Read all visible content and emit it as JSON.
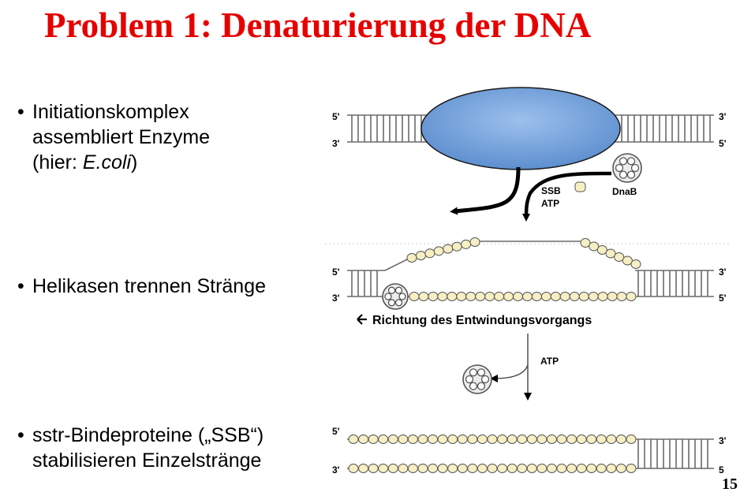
{
  "title": "Problem 1: Denaturierung der DNA",
  "page_number": "15",
  "bullets": [
    {
      "lines": [
        "Initiationskomplex",
        "assembliert Enzyme"
      ],
      "paren_open": "(hier: ",
      "italic": "E.coli",
      "paren_close": ")"
    },
    {
      "lines": [
        "Helikasen trennen Stränge"
      ]
    },
    {
      "lines": [
        "sstr-Bindeproteine („SSB“)",
        "stabilisieren Einzelstränge"
      ]
    }
  ],
  "diagram": {
    "panel1": {
      "end_5_left": "5'",
      "end_3_left": "3'",
      "end_3_right": "3'",
      "end_5_right": "5'",
      "ssb_label": "SSB",
      "atp_label": "ATP",
      "dnab_label": "DnaB"
    },
    "panel2": {
      "end_5_left": "5'",
      "end_3_left": "3'",
      "end_3_right": "3'",
      "end_5_right": "5'",
      "direction": "Richtung des Entwindungsvorgangs"
    },
    "transition": {
      "atp_label": "ATP"
    },
    "panel3": {
      "end_5_left": "5'",
      "end_3_left": "3'",
      "end_3_right": "3'",
      "end_5_right": "5"
    }
  },
  "colors": {
    "title": "#e60000",
    "complex_fill": "#6f9fd8",
    "ssb_bead": "#f7efc4",
    "dna_line": "#6a6a6a"
  }
}
